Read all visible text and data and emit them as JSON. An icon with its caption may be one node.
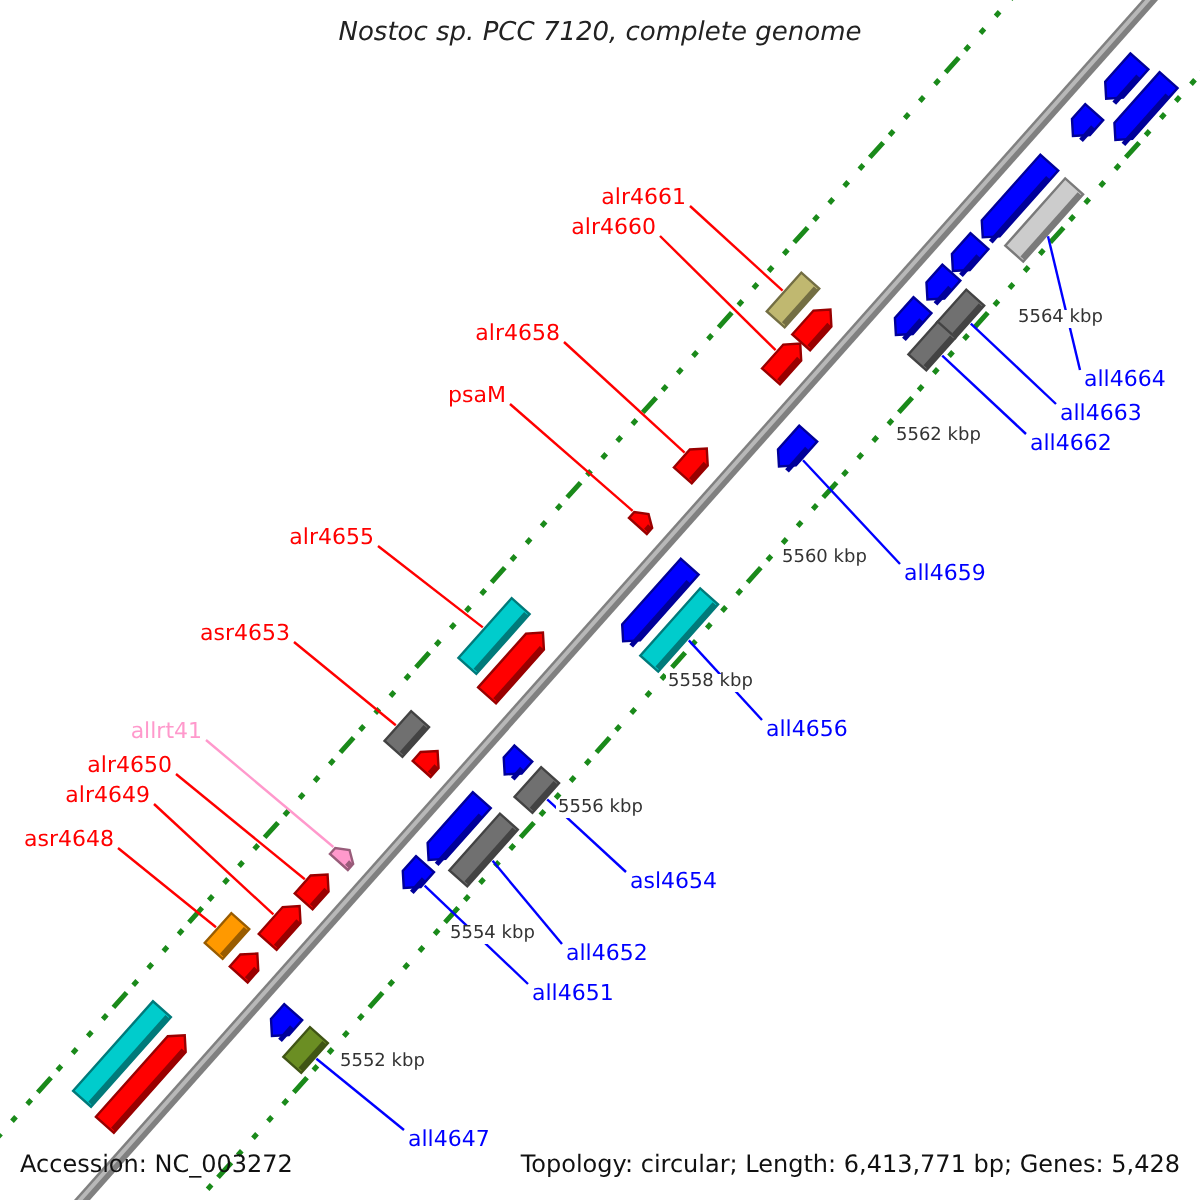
{
  "diagram": {
    "title": "Nostoc sp. PCC 7120, complete genome",
    "nodes": [
      {
        "text": [
          "alr4661"
        ]
      },
      {
        "text": [],
        "shape": "box"
      },
      {
        "text": [
          "alr4660"
        ]
      },
      {
        "text": [],
        "shape": "box"
      },
      {
        "text": [
          "all4664"
        ]
      },
      {
        "text": [],
        "shape": "box"
      },
      {
        "text": [
          "all4663"
        ]
      },
      {
        "text": [],
        "shape": "box"
      },
      {
        "text": [
          "all4662"
        ]
      },
      {
        "text": [],
        "shape": "box"
      },
      {
        "text": [
          "alr4658"
        ]
      },
      {
        "text": [],
        "shape": "box"
      },
      {
        "text": [
          "psaM"
        ]
      },
      {
        "text": [],
        "shape": "box"
      },
      {
        "text": [
          "all4659"
        ]
      },
      {
        "text": [],
        "shape": "box"
      },
      {
        "text": [
          "alr4655"
        ]
      },
      {
        "text": [],
        "shape": "box"
      },
      {
        "text": [
          "asr4653"
        ]
      },
      {
        "text": [],
        "shape": "box"
      },
      {
        "text": [
          "all4656"
        ]
      },
      {
        "text": [],
        "shape": "box"
      },
      {
        "text": [
          "allrt41"
        ]
      },
      {
        "text": [],
        "shape": "box"
      },
      {
        "text": [
          "alr4650"
        ]
      },
      {
        "text": [],
        "shape": "box"
      },
      {
        "text": [
          "alr4649"
        ]
      },
      {
        "text": [],
        "shape": "box"
      },
      {
        "text": [
          "asl4654"
        ]
      },
      {
        "text": [],
        "shape": "box"
      },
      {
        "text": [
          "asr4648"
        ]
      },
      {
        "text": [],
        "shape": "box"
      },
      {
        "text": [
          "all4652"
        ]
      },
      {
        "text": [],
        "shape": "box"
      },
      {
        "text": [
          "all4651"
        ]
      },
      {
        "text": [],
        "shape": "box"
      },
      {
        "text": [
          "all4647"
        ]
      },
      {
        "text": [],
        "shape": "box"
      },
      {
        "text": [],
        "shape": "box"
      },
      {
        "text": [],
        "shape": "box"
      },
      {
        "text": [],
        "shape": "box"
      },
      {
        "text": [],
        "shape": "box"
      },
      {
        "text": [],
        "shape": "box"
      },
      {
        "text": [],
        "shape": "box"
      },
      {
        "text": [],
        "shape": "box"
      },
      {
        "text": [],
        "shape": "box"
      },
      {
        "text": [],
        "shape": "box"
      },
      {
        "text": [],
        "shape": "box"
      },
      {
        "text": [],
        "shape": "box"
      },
      {
        "text": [],
        "shape": "box"
      },
      {
        "text": [],
        "shape": "box"
      },
      {
        "text": [],
        "shape": "box"
      },
      {
        "text": [],
        "shape": "box"
      },
      {
        "text": [],
        "shape": "box"
      },
      {
        "text": [],
        "shape": "box"
      }
    ],
    "edges": [
      {
        "from": 0,
        "to": 1,
        "arrow": "none"
      },
      {
        "from": 2,
        "to": 3,
        "arrow": "none"
      },
      {
        "from": 4,
        "to": 5,
        "arrow": "none",
        "color": "#0000ff"
      },
      {
        "from": 6,
        "to": 7,
        "arrow": "none",
        "color": "#0000ff"
      },
      {
        "from": 8,
        "to": 9,
        "arrow": "none",
        "color": "#0000ff"
      },
      {
        "from": 10,
        "to": 11,
        "arrow": "none"
      },
      {
        "from": 12,
        "to": 13,
        "arrow": "none"
      },
      {
        "from": 14,
        "to": 15,
        "arrow": "none",
        "color": "#0000ff"
      },
      {
        "from": 16,
        "to": 17,
        "arrow": "none"
      },
      {
        "from": 18,
        "to": 19,
        "arrow": "none"
      },
      {
        "from": 20,
        "to": 21,
        "arrow": "none",
        "color": "#0000ff"
      },
      {
        "from": 22,
        "to": 23,
        "arrow": "none",
        "color": "#ff99cc"
      },
      {
        "from": 24,
        "to": 25,
        "arrow": "none"
      },
      {
        "from": 26,
        "to": 27,
        "arrow": "none"
      },
      {
        "from": 28,
        "to": 29,
        "arrow": "none",
        "color": "#0000ff"
      },
      {
        "from": 30,
        "to": 31,
        "arrow": "none"
      },
      {
        "from": 32,
        "to": 33,
        "arrow": "none",
        "color": "#0000ff"
      },
      {
        "from": 34,
        "to": 35,
        "arrow": "none",
        "color": "#0000ff"
      },
      {
        "from": 36,
        "to": 37,
        "arrow": "none",
        "color": "#0000ff"
      }
    ],
    "labels": [
      "5564 kbp",
      "5562 kbp",
      "5560 kbp",
      "5558 kbp",
      "5556 kbp",
      "5554 kbp",
      "5552 kbp",
      "Accession: NC_003272",
      "Topology: circular; Length: 6,413,771 bp; Genes: 5,428"
    ]
  }
}
